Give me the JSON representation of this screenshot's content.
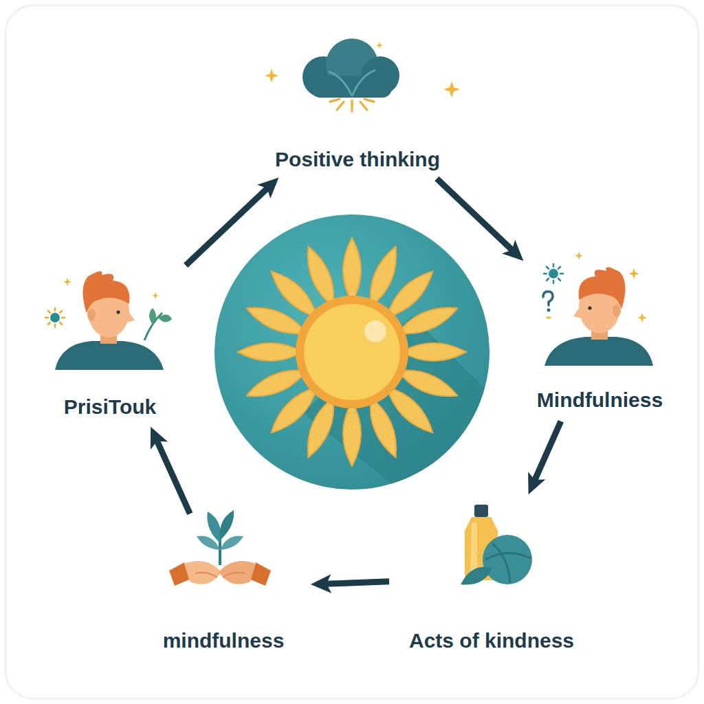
{
  "diagram": {
    "nodes": [
      {
        "text": [
          "Positive thinking"
        ]
      },
      {
        "text": [
          "Mindfulniess"
        ]
      },
      {
        "text": [
          "Acts of kindness"
        ]
      },
      {
        "text": [
          "mindfulness"
        ]
      },
      {
        "text": [
          "PrisiTouk"
        ]
      }
    ],
    "edges": [
      {
        "from": 0,
        "to": 1,
        "arrow": "to"
      },
      {
        "from": 1,
        "to": 2,
        "arrow": "to"
      },
      {
        "from": 2,
        "to": 3,
        "arrow": "to"
      },
      {
        "from": 3,
        "to": 4,
        "arrow": "to"
      },
      {
        "from": 4,
        "to": 0,
        "arrow": "to"
      }
    ]
  }
}
